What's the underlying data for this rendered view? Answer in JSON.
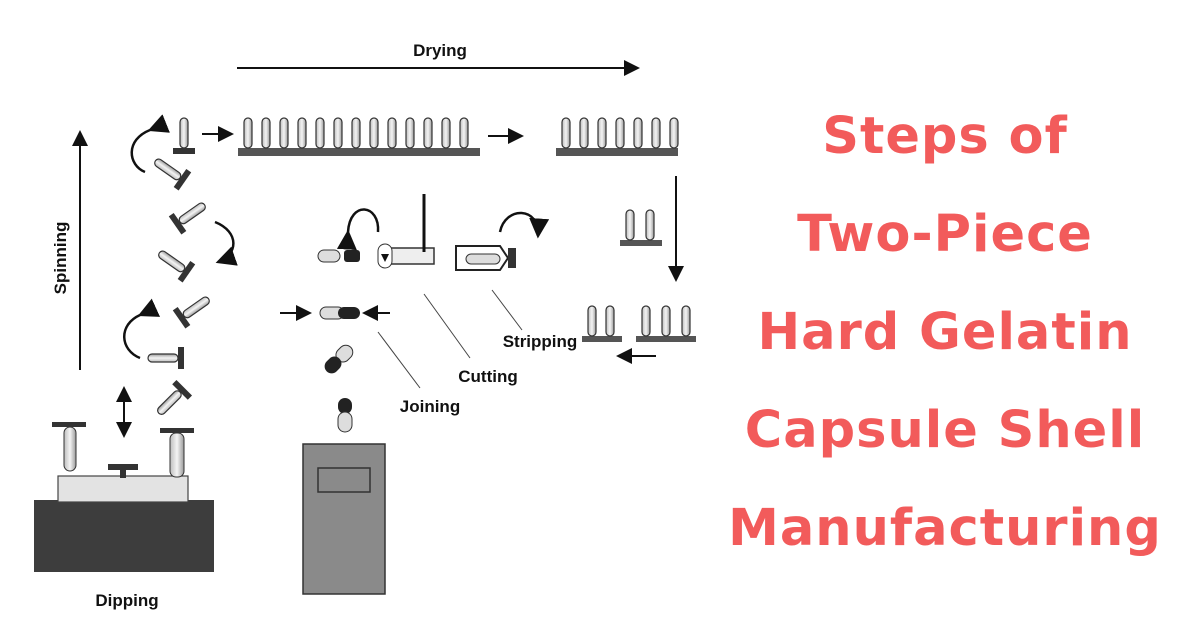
{
  "diagram": {
    "labels": {
      "drying": "Drying",
      "spinning": "Spinning",
      "stripping": "Stripping",
      "cutting": "Cutting",
      "joining": "Joining",
      "dipping": "Dipping"
    }
  },
  "title": {
    "lines": [
      "Steps of",
      "Two-Piece",
      "Hard Gelatin",
      "Capsule Shell",
      "Manufacturing"
    ],
    "color": "#f25b5b"
  }
}
